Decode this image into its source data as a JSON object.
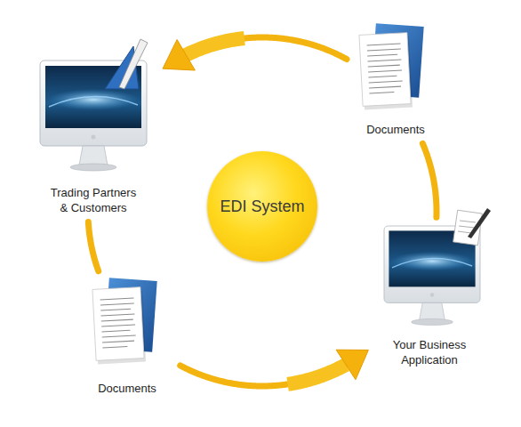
{
  "diagram": {
    "nodes": [
      {
        "text": [
          "Trading Partners & Customers"
        ]
      },
      {
        "text": [
          "Documents"
        ]
      },
      {
        "text": [
          "EDI System"
        ]
      },
      {
        "text": [
          "Your Business Application"
        ]
      },
      {
        "text": [
          "Documents"
        ]
      }
    ],
    "edges": [
      {
        "from": 0,
        "to": 4,
        "arrow": "none"
      },
      {
        "from": 4,
        "to": 3,
        "arrow": "to"
      },
      {
        "from": 3,
        "to": 1,
        "arrow": "none"
      },
      {
        "from": 1,
        "to": 0,
        "arrow": "to"
      }
    ]
  }
}
